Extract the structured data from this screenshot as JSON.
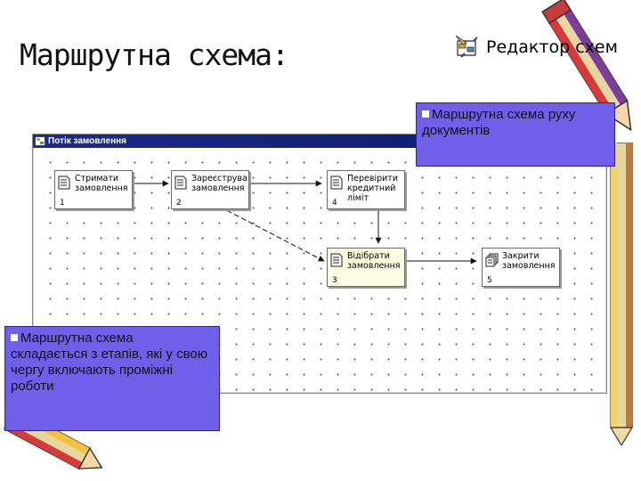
{
  "slide": {
    "title": "Маршрутна схема:"
  },
  "editor_badge": {
    "label": "Редактор схем",
    "icon": "diagram-editor-icon"
  },
  "window": {
    "title": "Потік замовлення",
    "icon": "flow-window-icon",
    "titlebar_color": "#0a1a6e"
  },
  "nodes": [
    {
      "id": "1",
      "label": "Стримати замовлення",
      "number": "1",
      "icon": "document-icon"
    },
    {
      "id": "2",
      "label": "Зареєструва замовлення",
      "number": "2",
      "icon": "document-icon"
    },
    {
      "id": "4",
      "label": "Перевірити кредитний ліміт",
      "number": "4",
      "icon": "document-icon"
    },
    {
      "id": "3",
      "label": "Відібрати замовлення",
      "number": "3",
      "icon": "document-icon",
      "highlighted": true
    },
    {
      "id": "5",
      "label": "Закрити замовлення",
      "number": "5",
      "icon": "stacked-documents-icon"
    }
  ],
  "callouts": {
    "top": "Маршрутна схема руху документів",
    "bottom": "Маршрутна схема складається з етапів, які у свою чергу включають проміжні роботи"
  },
  "colors": {
    "callout_bg": "#6f5fe9",
    "active_node_bg": "#fffde2"
  }
}
